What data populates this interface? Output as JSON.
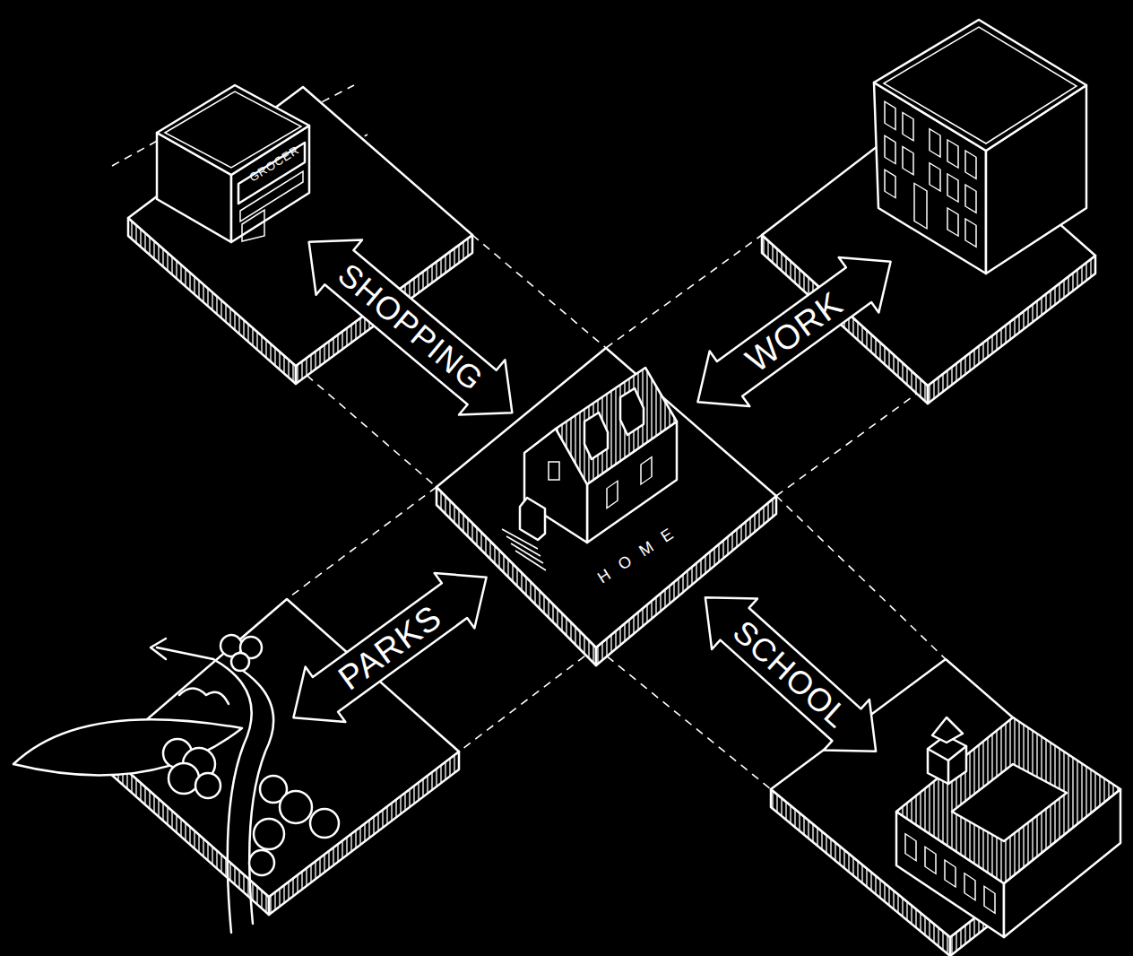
{
  "diagram": {
    "nodes": [
      {
        "text": [
          "GROCER"
        ]
      },
      {
        "text": [
          "SHOPPING"
        ]
      },
      {
        "text": [
          "WORK"
        ]
      },
      {
        "text": [
          "HOME"
        ]
      },
      {
        "text": [
          "PARKS"
        ]
      },
      {
        "text": [
          "SCHOOL"
        ]
      }
    ]
  }
}
